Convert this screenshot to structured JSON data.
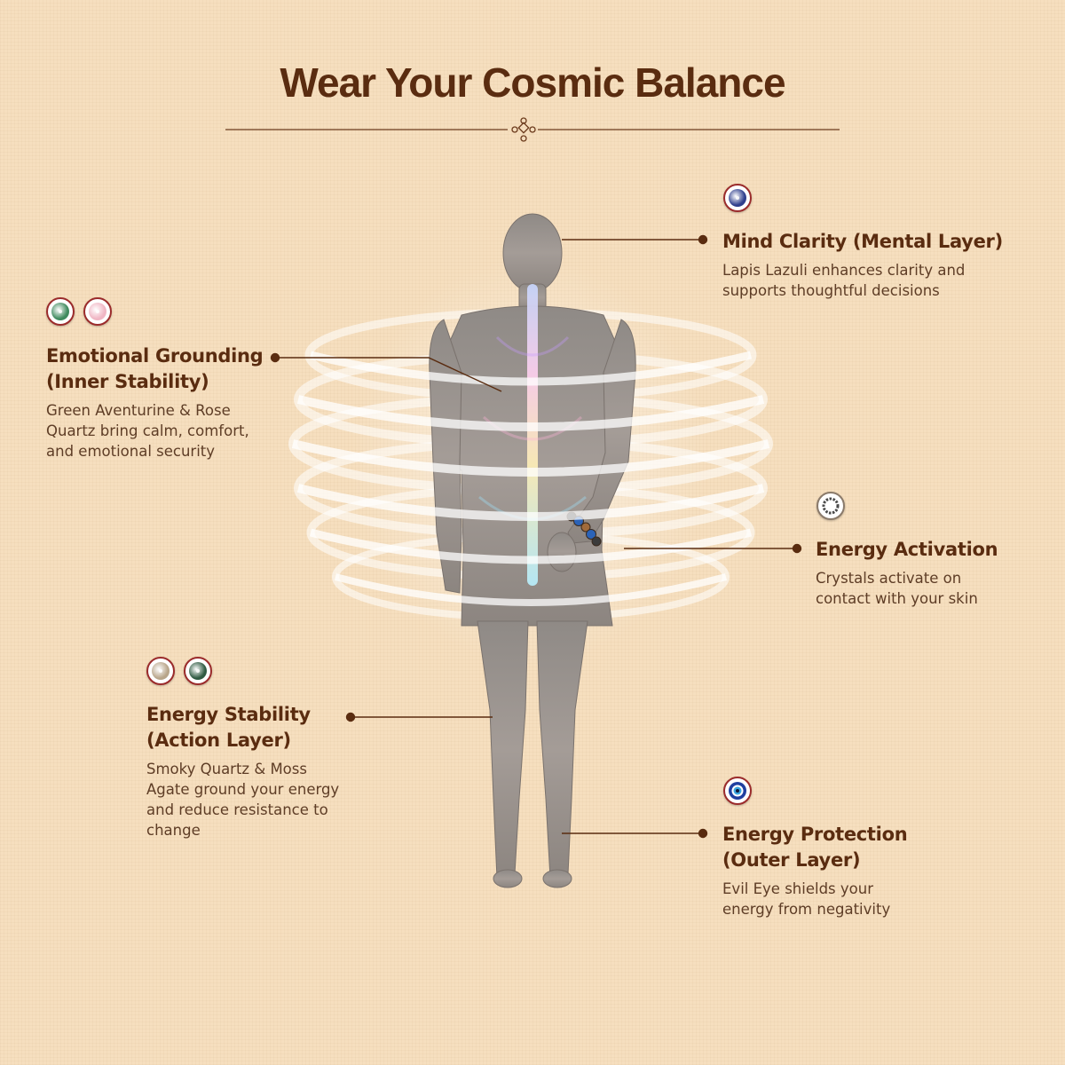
{
  "title": "Wear Your Cosmic Balance",
  "colors": {
    "background": "#f6dfbf",
    "heading": "#5a2c10",
    "body_text": "#5e3d26",
    "gem_ring": "#9b2b2b",
    "connector": "#5a2c10"
  },
  "sections": {
    "mind": {
      "heading": "Mind Clarity (Mental Layer)",
      "body_lines": [
        "Lapis Lazuli enhances clarity and",
        "supports thoughtful decisions"
      ],
      "gems": [
        {
          "icon": "lapis-lazuli-bead-icon",
          "color": "#2e3e8c"
        }
      ]
    },
    "emotional": {
      "heading_lines": [
        "Emotional Grounding",
        "(Inner Stability)"
      ],
      "body_lines": [
        "Green Aventurine & Rose",
        "Quartz bring calm, comfort,",
        "and emotional security"
      ],
      "gems": [
        {
          "icon": "green-aventurine-bead-icon",
          "color": "#3f8a5e"
        },
        {
          "icon": "rose-quartz-bead-icon",
          "color": "#f0b6c4"
        }
      ]
    },
    "activation": {
      "heading": "Energy Activation",
      "body_lines": [
        "Crystals activate on",
        "contact with your skin"
      ],
      "gems": [
        {
          "icon": "crystal-bracelet-icon",
          "color": "#4a4a4a"
        }
      ]
    },
    "stability": {
      "heading_lines": [
        "Energy Stability",
        "(Action Layer)"
      ],
      "body_lines": [
        "Smoky Quartz & Moss",
        "Agate ground your energy",
        "and reduce resistance to",
        "change"
      ],
      "gems": [
        {
          "icon": "smoky-quartz-bead-icon",
          "color": "#b8a58a"
        },
        {
          "icon": "moss-agate-bead-icon",
          "color": "#2f5a42"
        }
      ]
    },
    "protection": {
      "heading_lines": [
        "Energy Protection",
        "(Outer Layer)"
      ],
      "body_lines": [
        "Evil Eye shields your",
        "energy from negativity"
      ],
      "gems": [
        {
          "icon": "evil-eye-bead-icon",
          "color": "#1f3fa0"
        }
      ]
    }
  }
}
